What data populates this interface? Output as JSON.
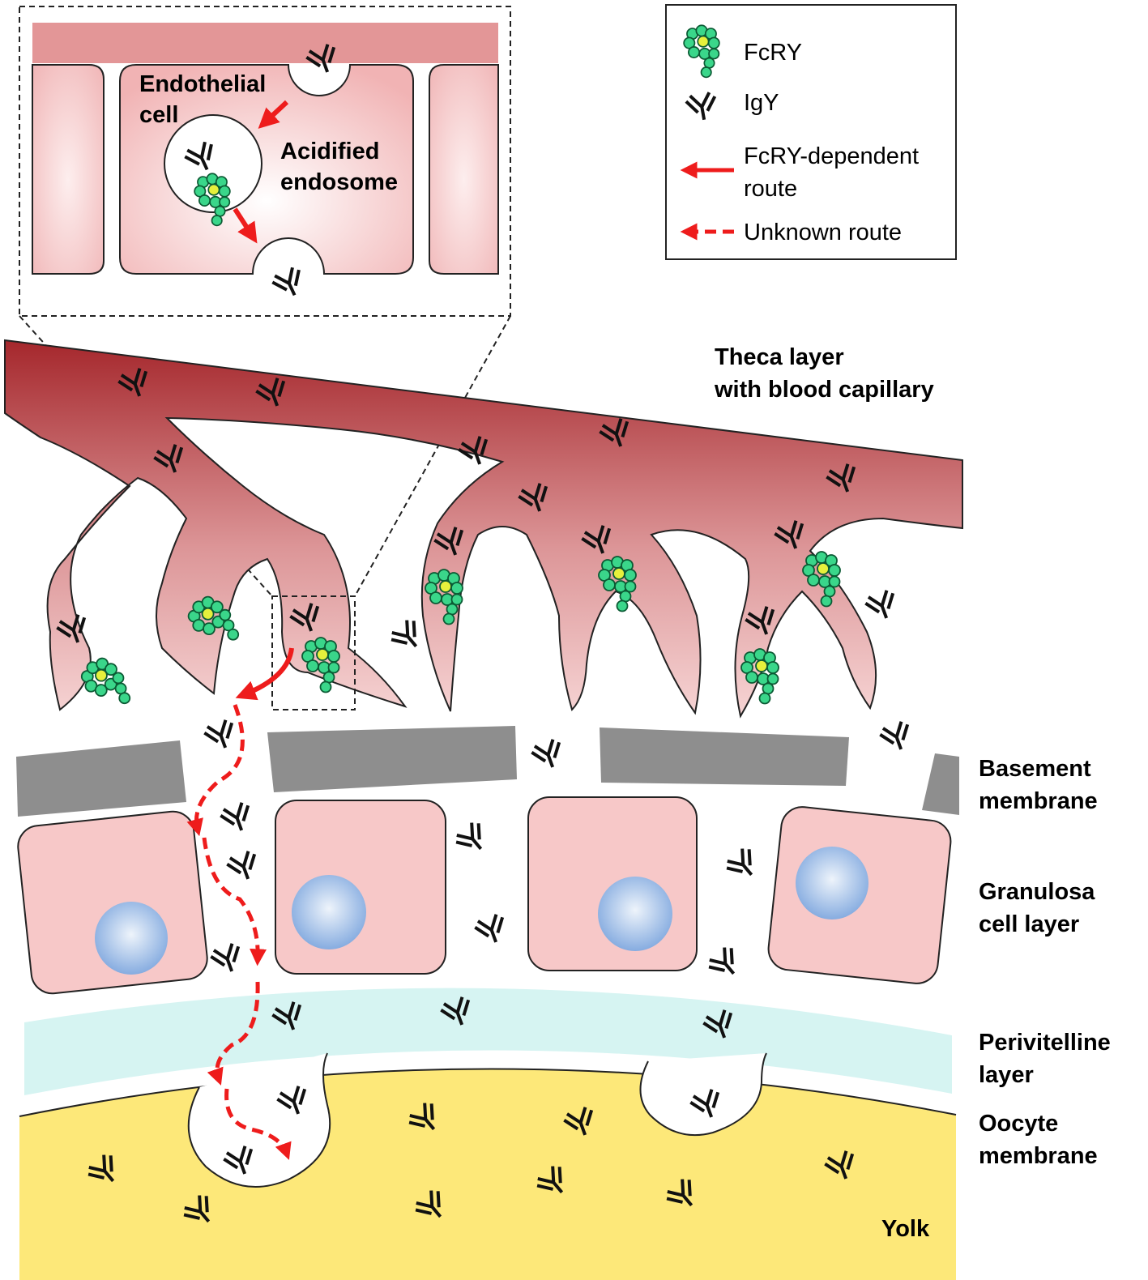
{
  "inset": {
    "endothelial_cell": [
      "Endothelial",
      "cell"
    ],
    "acidified_endosome": [
      "Acidified",
      "endosome"
    ]
  },
  "legend": {
    "fcry": "FcRY",
    "igy": "IgY",
    "fcry_route": [
      "FcRY-dependent",
      "route"
    ],
    "unknown_route": "Unknown route"
  },
  "layers": {
    "theca": [
      "Theca layer",
      "with blood capillary"
    ],
    "basement": [
      "Basement",
      "membrane"
    ],
    "granulosa": [
      "Granulosa",
      "cell layer"
    ],
    "perivitelline": [
      "Perivitelline",
      "layer"
    ],
    "oocyte": [
      "Oocyte",
      "membrane"
    ],
    "yolk": "Yolk"
  },
  "colors": {
    "capillary_dark": "#a5272c",
    "capillary_light": "#f4cfcf",
    "endothelium": "#e39697",
    "basement": "#8e8e8e",
    "granulosa_cell": "#f7c8c8",
    "nucleus": "#8fb4e6",
    "perivitelline": "#d6f4f2",
    "yolk": "#fde879",
    "fcry_green": "#3ad68a",
    "fcry_core": "#e6f03c",
    "route_red": "#ee1c1c"
  }
}
